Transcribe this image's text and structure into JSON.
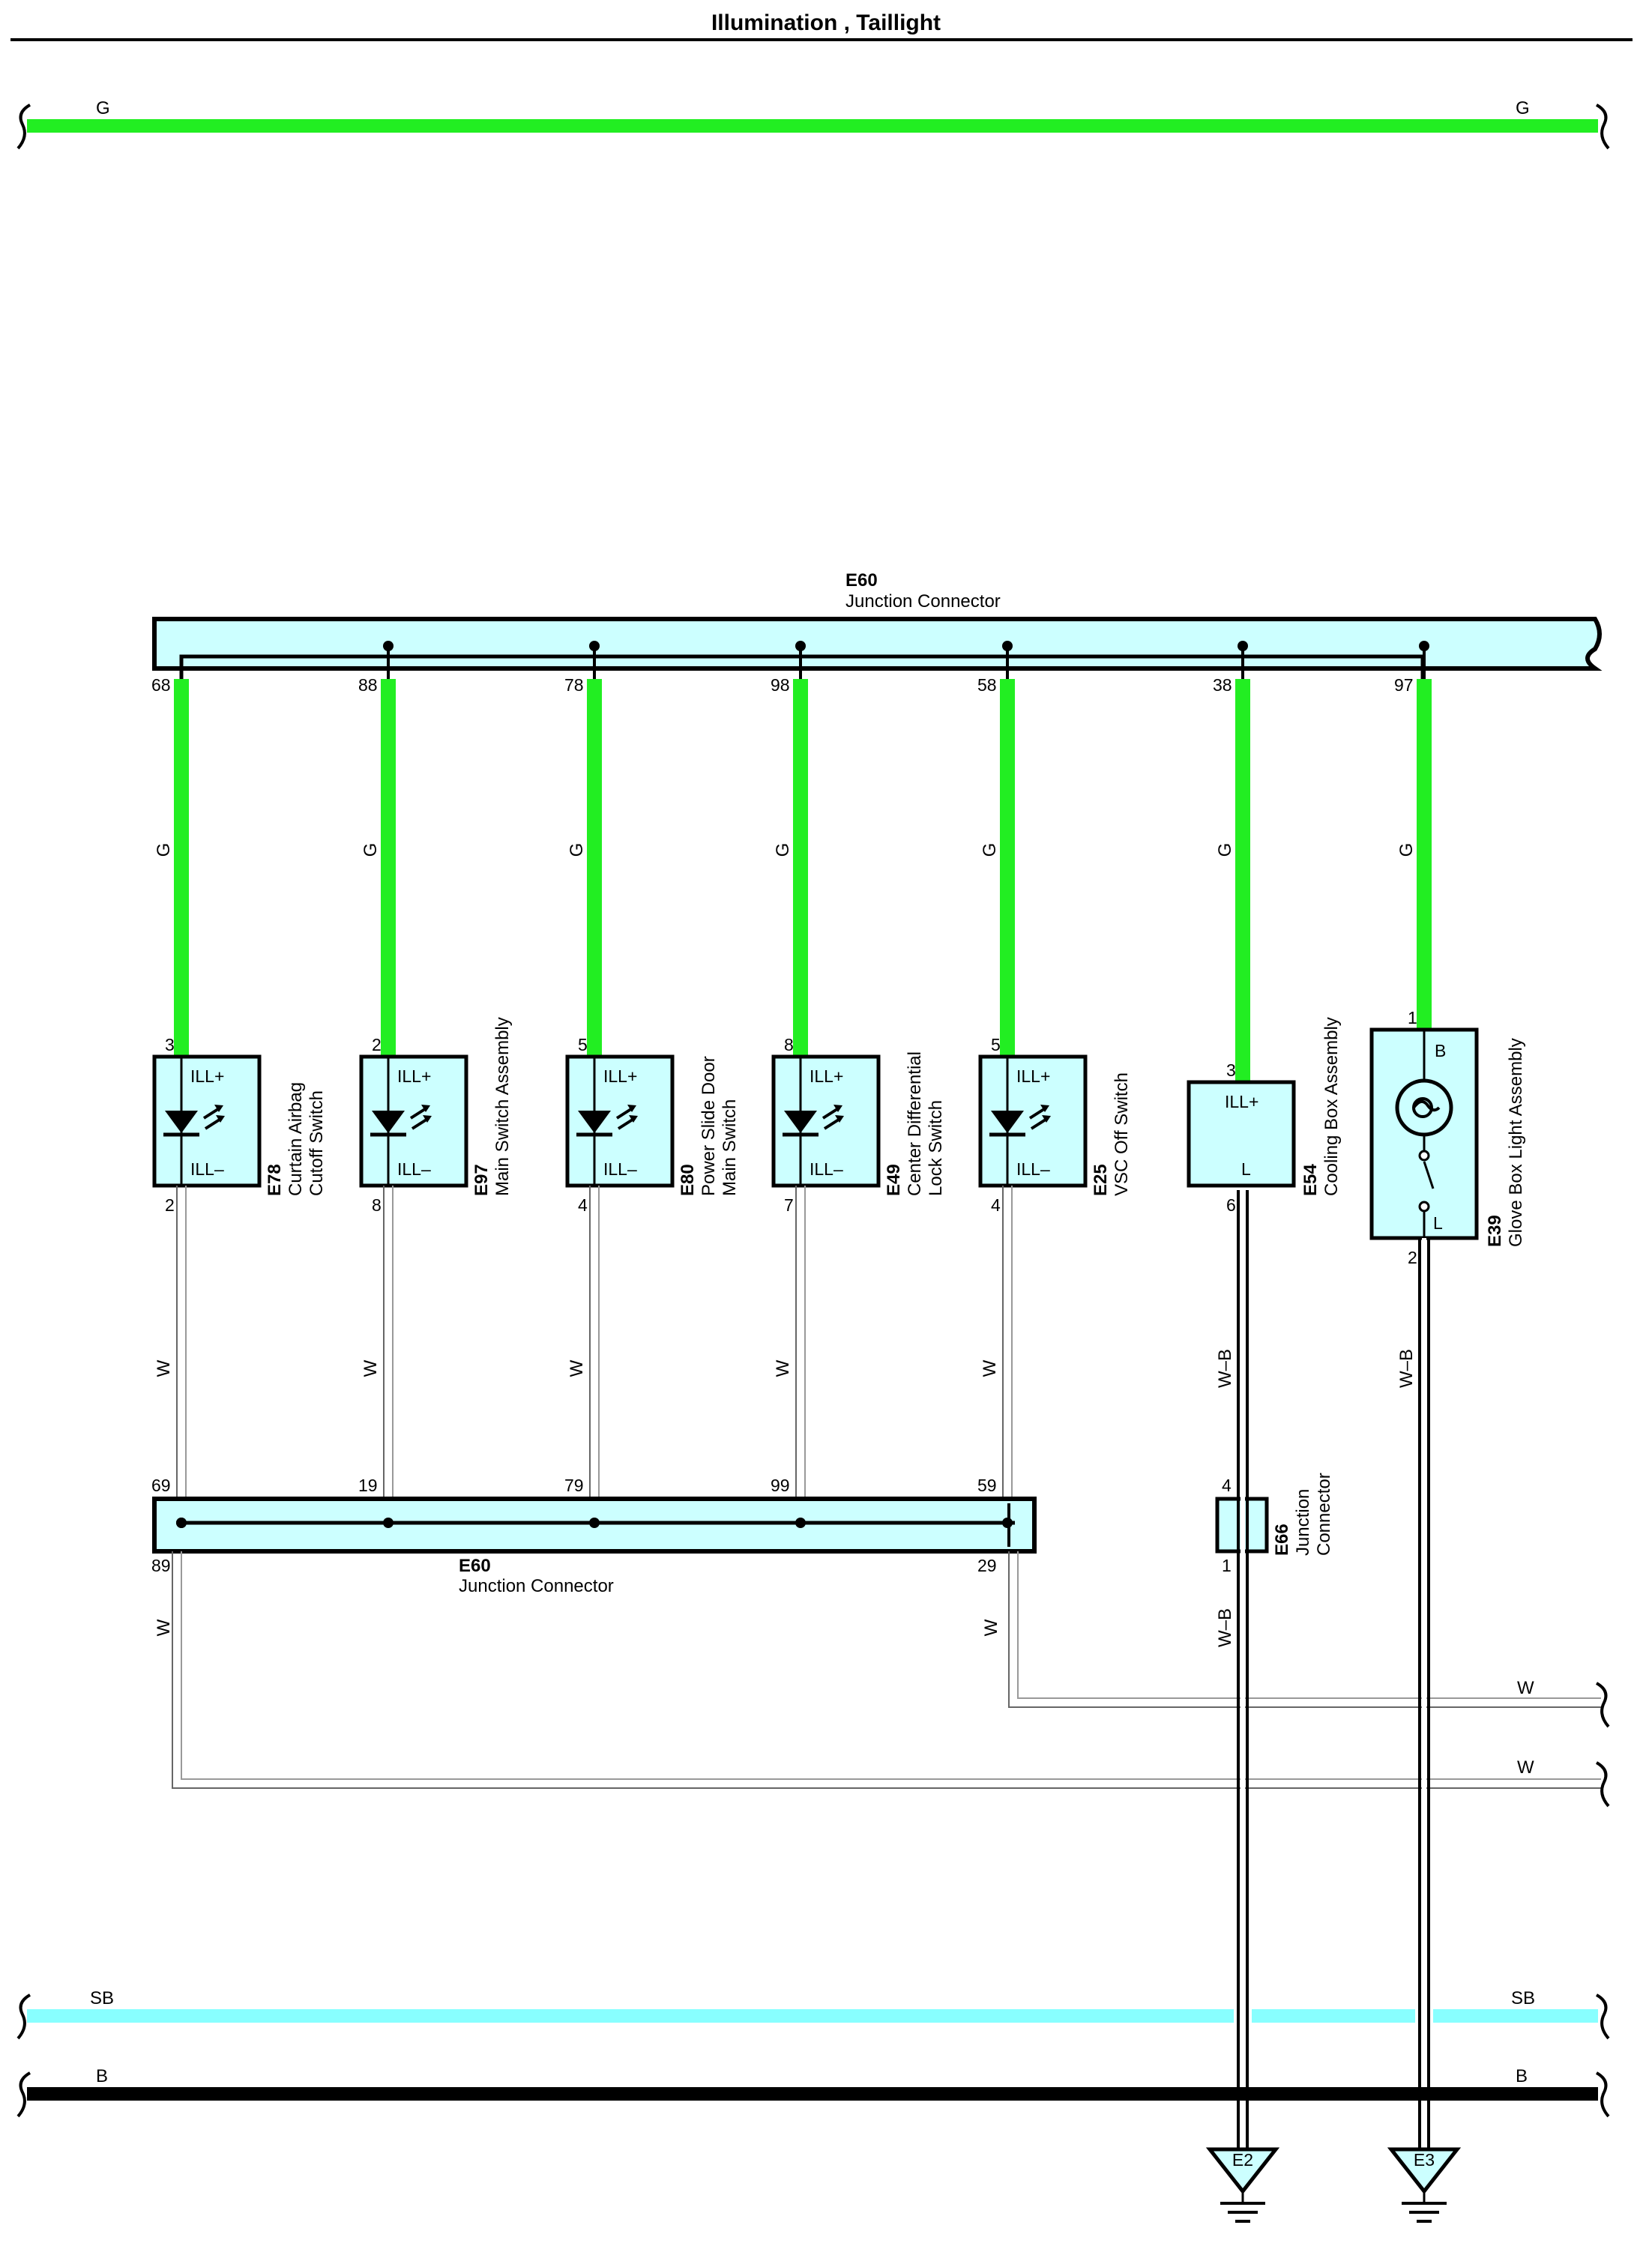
{
  "title": "Illumination , Taillight",
  "buses": {
    "top_g": {
      "left_label": "G",
      "right_label": "G",
      "color": "#22ee22"
    },
    "sb": {
      "left_label": "SB",
      "right_label": "SB",
      "color": "#88ffff"
    },
    "b": {
      "left_label": "B",
      "right_label": "B",
      "color": "#000000"
    }
  },
  "colors": {
    "component_fill": "#ccffff",
    "green_wire": "#22ee22",
    "ground_fill": "#ccffff"
  },
  "upper_connector": {
    "code": "E60",
    "name": "Junction Connector"
  },
  "lower_connector": {
    "code": "E60",
    "name": "Junction Connector"
  },
  "e66": {
    "code": "E66",
    "name_line1": "Junction",
    "name_line2": "Connector",
    "pin_top": "4",
    "pin_bottom": "1"
  },
  "columns": [
    {
      "e60_pin": "68",
      "wire": "G",
      "pin_in": "3",
      "pin_out": "2",
      "code": "E78",
      "name_line1": "Curtain Airbag",
      "name_line2": "Cutoff Switch",
      "ill_plus": "ILL+",
      "ill_minus": "ILL–",
      "ret_wire": "W",
      "e60_lower_pin": "69"
    },
    {
      "e60_pin": "88",
      "wire": "G",
      "pin_in": "2",
      "pin_out": "8",
      "code": "E97",
      "name_line1": "Main Switch Assembly",
      "name_line2": "",
      "ill_plus": "ILL+",
      "ill_minus": "ILL–",
      "ret_wire": "W",
      "e60_lower_pin": "19"
    },
    {
      "e60_pin": "78",
      "wire": "G",
      "pin_in": "5",
      "pin_out": "4",
      "code": "E80",
      "name_line1": "Power Slide Door",
      "name_line2": "Main Switch",
      "ill_plus": "ILL+",
      "ill_minus": "ILL–",
      "ret_wire": "W",
      "e60_lower_pin": "79"
    },
    {
      "e60_pin": "98",
      "wire": "G",
      "pin_in": "8",
      "pin_out": "7",
      "code": "E49",
      "name_line1": "Center Differential",
      "name_line2": "Lock Switch",
      "ill_plus": "ILL+",
      "ill_minus": "ILL–",
      "ret_wire": "W",
      "e60_lower_pin": "99"
    },
    {
      "e60_pin": "58",
      "wire": "G",
      "pin_in": "5",
      "pin_out": "4",
      "code": "E25",
      "name_line1": "VSC Off Switch",
      "name_line2": "",
      "ill_plus": "ILL+",
      "ill_minus": "ILL–",
      "ret_wire": "W",
      "e60_lower_pin": "59"
    },
    {
      "e60_pin": "38",
      "wire": "G",
      "pin_in": "3",
      "pin_out": "6",
      "code": "E54",
      "name_line1": "Cooling Box Assembly",
      "name_line2": "",
      "ill_plus": "ILL+",
      "ill_minus": "L",
      "ret_wire": "W–B",
      "ret_wire_lower": "W–B"
    },
    {
      "e60_pin": "97",
      "wire": "G",
      "pin_in": "1",
      "pin_out": "2",
      "code": "E39",
      "name_line1": "Glove Box Light Assembly",
      "name_line2": "",
      "ill_plus": "B",
      "ill_minus": "L",
      "ret_wire": "W–B"
    }
  ],
  "lower_pins": {
    "left": "89",
    "right": "29"
  },
  "outgoing": {
    "left_wire": "W",
    "right_wire": "W",
    "upper_label": "W",
    "lower_label": "W"
  },
  "grounds": [
    {
      "label": "E2"
    },
    {
      "label": "E3"
    }
  ]
}
